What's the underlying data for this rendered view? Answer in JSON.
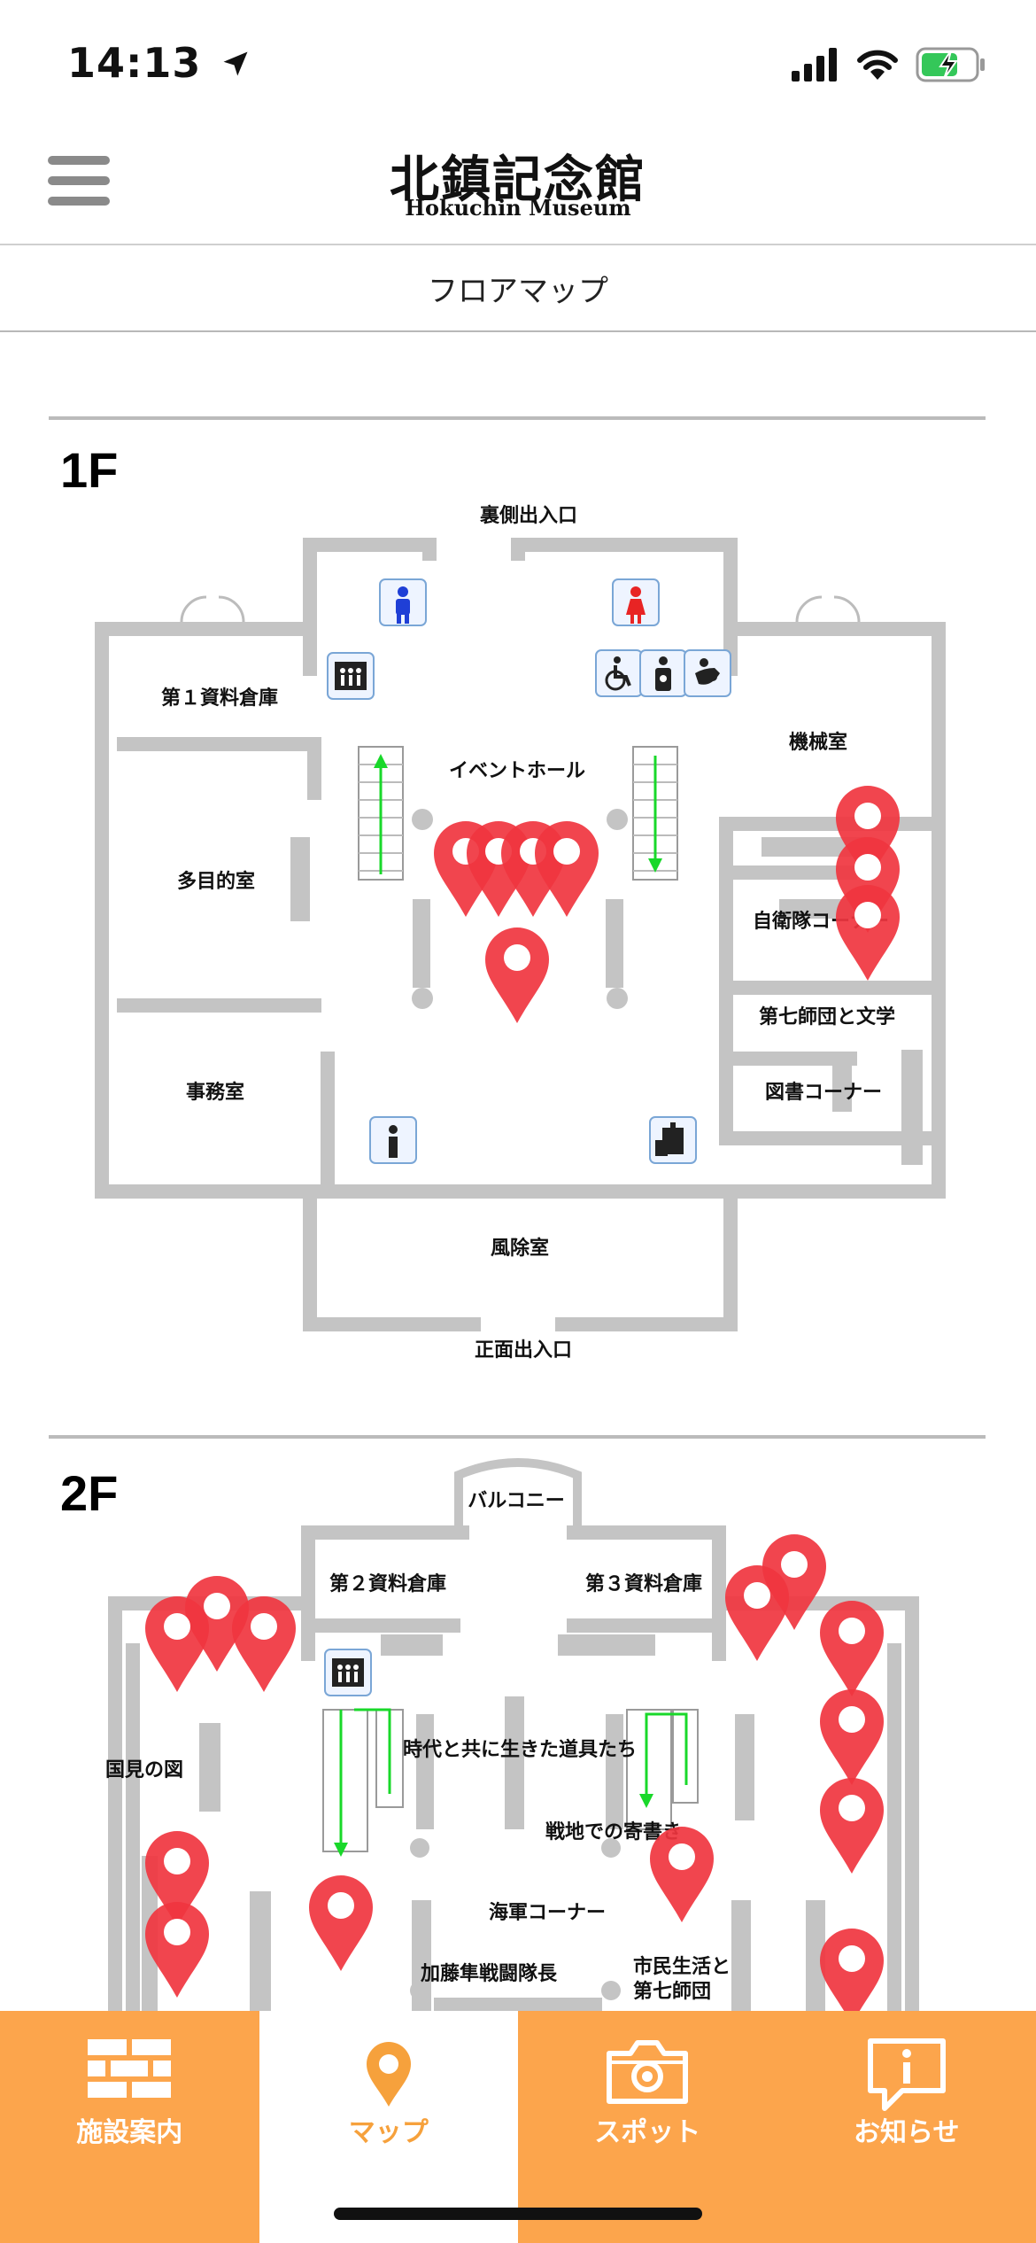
{
  "status": {
    "time": "14:13"
  },
  "header": {
    "title_jp": "北鎮記念館",
    "title_en": "Hokuchin Museum"
  },
  "page": {
    "title": "フロアマップ"
  },
  "floors": {
    "f1": {
      "label": "1F",
      "rooms": {
        "back_entrance": "裏側出入口",
        "storage1": "第１資料倉庫",
        "event_hall": "イベントホール",
        "machine_room": "機械室",
        "multipurpose": "多目的室",
        "sdf_corner": "自衛隊コーナー",
        "seventh_division": "第七師団と文学",
        "office": "事務室",
        "library": "図書コーナー",
        "windbreak": "風除室",
        "front_entrance": "正面出入口"
      }
    },
    "f2": {
      "label": "2F",
      "rooms": {
        "balcony": "バルコニー",
        "storage2": "第２資料倉庫",
        "storage3": "第３資料倉庫",
        "kunimi": "国見の図",
        "tools": "時代と共に生きた道具たち",
        "battlefield": "戦地での寄書き",
        "navy": "海軍コーナー",
        "kato": "加藤隼戦闘隊長",
        "citizen_line1": "市民生活と",
        "citizen_line2": "第七師団"
      }
    }
  },
  "tabs": [
    {
      "label": "施設案内",
      "icon": "brick-wall-icon",
      "active": false
    },
    {
      "label": "マップ",
      "icon": "map-pin-icon",
      "active": true
    },
    {
      "label": "スポット",
      "icon": "camera-icon",
      "active": false
    },
    {
      "label": "お知らせ",
      "icon": "info-bubble-icon",
      "active": false
    }
  ],
  "colors": {
    "accent": "#fca54c",
    "pin": "#f0353f",
    "stair_arrow": "#19d82a",
    "male": "#1f3fd6",
    "female": "#e82424",
    "wall": "#c4c4c4"
  }
}
